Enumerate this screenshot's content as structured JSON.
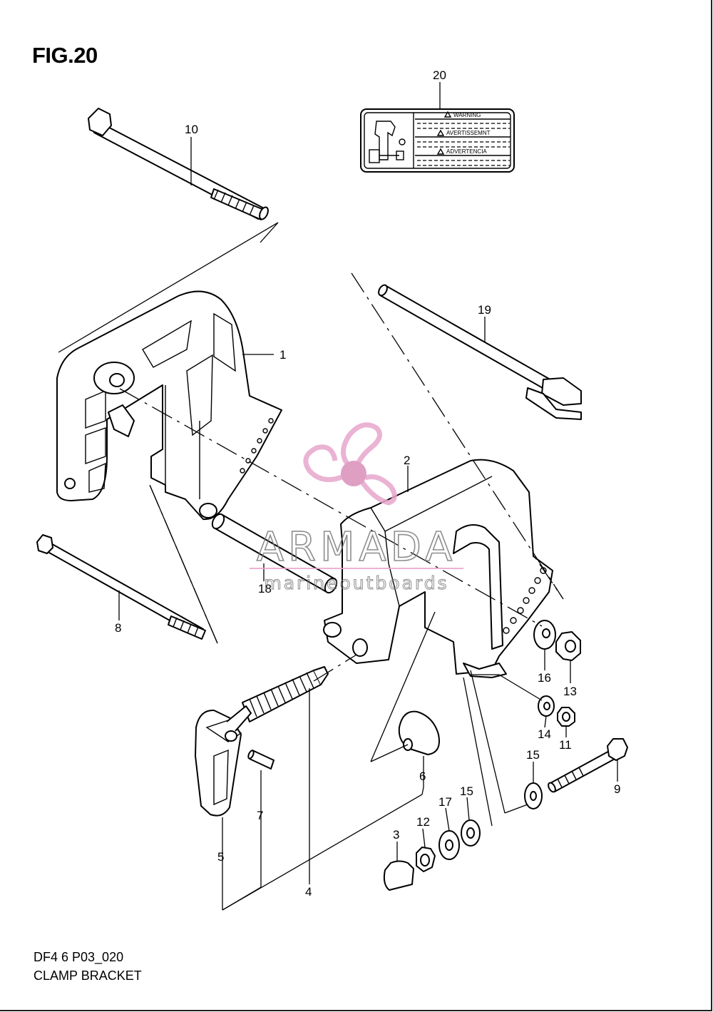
{
  "figure": {
    "title": "FIG.20",
    "code": "DF4 6 P03_020",
    "name": "CLAMP BRACKET"
  },
  "label": {
    "warning": "WARNING",
    "avertissement": "AVERTISSEMNT",
    "advertencia": "ADVERTENCIA"
  },
  "watermark": {
    "brand": "ARMADA",
    "tagline": "marineoutboards",
    "colors": {
      "logo": "#e7a6cc",
      "logo_dark": "#d98fb9",
      "text": "#7a7a7a"
    }
  },
  "callouts": [
    "1",
    "2",
    "3",
    "4",
    "5",
    "6",
    "7",
    "8",
    "9",
    "10",
    "11",
    "12",
    "13",
    "14",
    "15",
    "15",
    "16",
    "17",
    "18",
    "19",
    "20"
  ]
}
